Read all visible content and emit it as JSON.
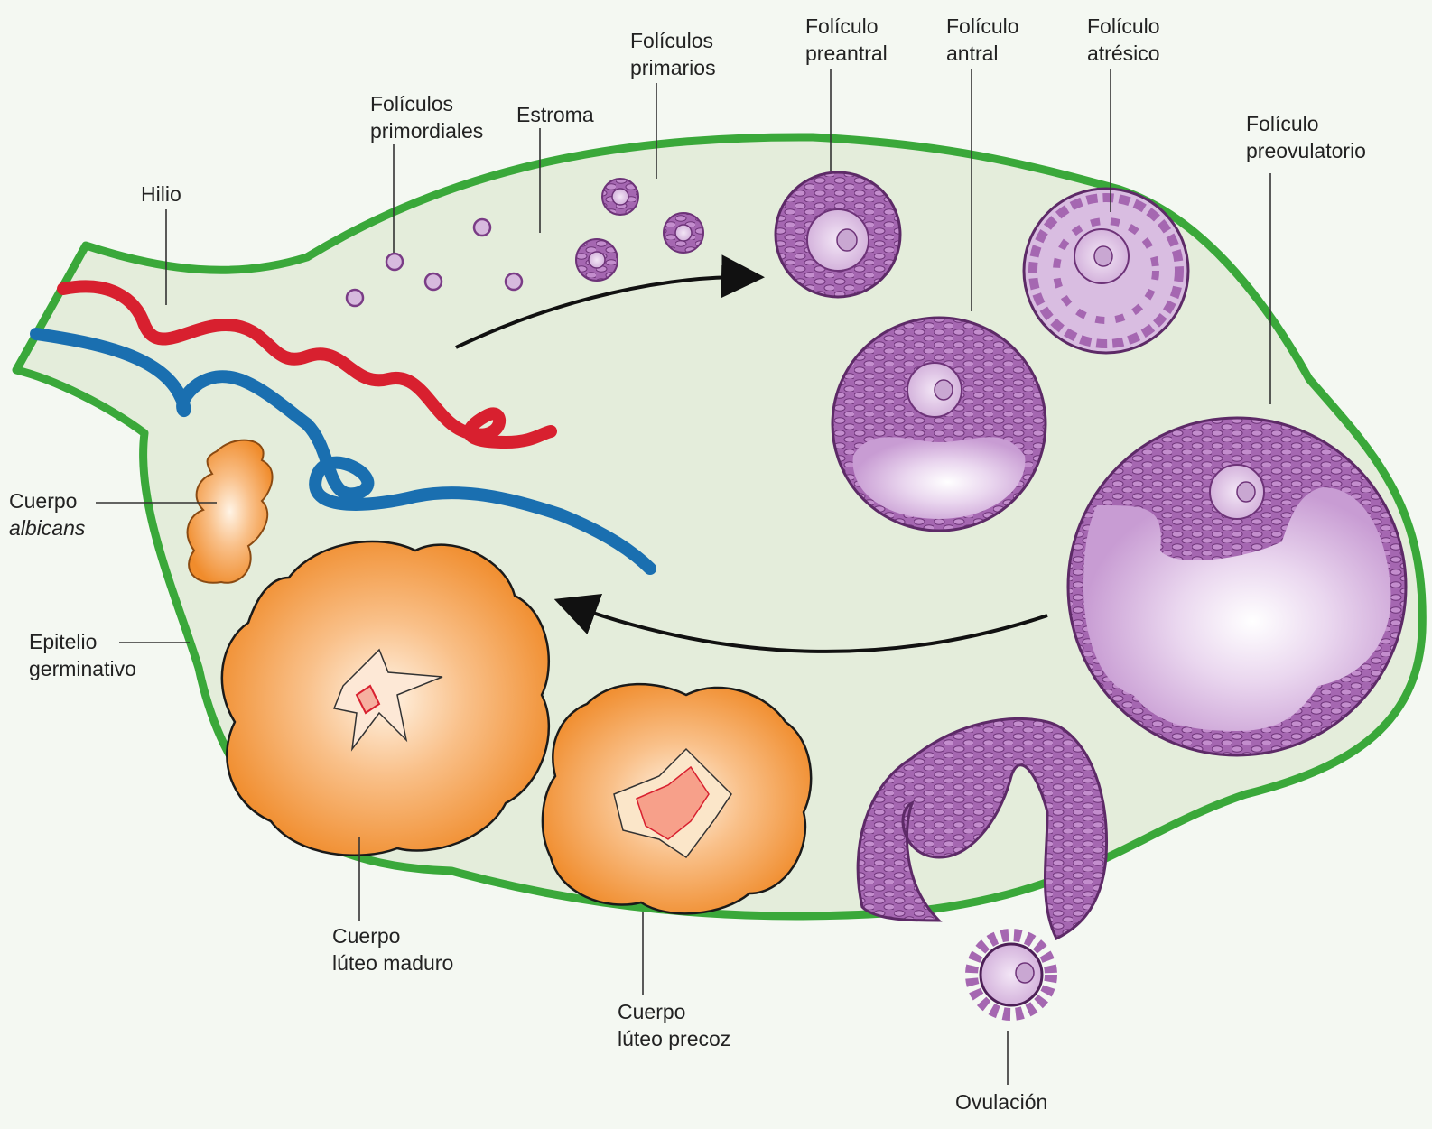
{
  "labels": {
    "hilio": "Hilio",
    "primordiales": [
      "Folículos",
      "primordiales"
    ],
    "estroma": "Estroma",
    "primarios": [
      "Folículos",
      "primarios"
    ],
    "preantral": [
      "Folículo",
      "preantral"
    ],
    "antral": [
      "Folículo",
      "antral"
    ],
    "atresico": [
      "Folículo",
      "atrésico"
    ],
    "preovulatorio": [
      "Folículo",
      "preovulatorio"
    ],
    "albicans": [
      "Cuerpo",
      "albicans"
    ],
    "epitelio": [
      "Epitelio",
      "germinativo"
    ],
    "luteo_maduro": [
      "Cuerpo",
      "lúteo maduro"
    ],
    "luteo_precoz": [
      "Cuerpo",
      "lúteo precoz"
    ],
    "ovulacion": "Ovulación"
  },
  "colors": {
    "stroma": "#e4eddb",
    "epithelium": "#3aa83a",
    "artery": "#d8202f",
    "vein": "#1a6fb0",
    "follicle_cells": "#9b5aa6",
    "antrum": "#dab9e2",
    "corpus_luteum": "#f39a3c"
  }
}
